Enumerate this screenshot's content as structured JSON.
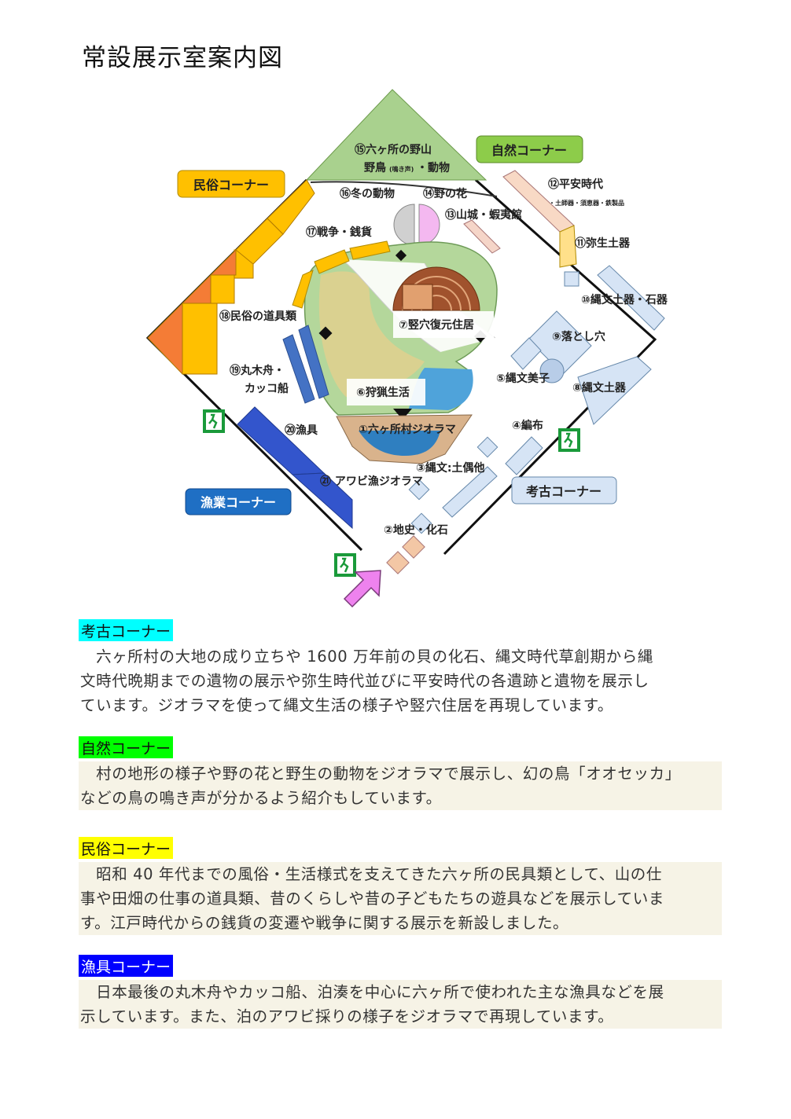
{
  "page_title": "常設展示室案内図",
  "map": {
    "corners": {
      "shizen": "自然コーナー",
      "minzoku": "民俗コーナー",
      "gyogu": "漁業コーナー",
      "kouko": "考古コーナー"
    },
    "exhibits": {
      "e15_line1": "⑮六ヶ所の野山",
      "e15_line2a": "野鳥",
      "e15_line2b": "(鳴き声)",
      "e15_line2c": "・動物",
      "e16": "⑯冬の動物",
      "e14": "⑭野の花",
      "e13": "⑬山城・蝦夷館",
      "e12": "⑫平安時代",
      "e12_sub": "・土師器・須恵器・鉄製品",
      "e11": "⑪弥生土器",
      "e10": "⑩縄文土器・石器",
      "e9": "⑨落とし穴",
      "e8": "⑧縄文土器",
      "e7": "⑦竪穴復元住居",
      "e6": "⑥狩猟生活",
      "e5": "⑤縄文美子",
      "e4": "④編布",
      "e3": "③縄文:土偶他",
      "e2": "②地史・化石",
      "e1": "①六ヶ所村ジオラマ",
      "e17": "⑰戦争・銭貨",
      "e18": "⑱民俗の道具類",
      "e19_line1": "⑲丸木舟・",
      "e19_line2": "カッコ船",
      "e20": "⑳漁具",
      "e21": "㉑ アワビ漁ジオラマ"
    },
    "colors": {
      "shizen": "#8dcc4a",
      "minzoku": "#ffc000",
      "gyogu": "#1f6fc4",
      "kouko": "#d6e4f5",
      "exit": "#1a9a3a",
      "entrance_arrow": "#ee82ee"
    }
  },
  "sections": [
    {
      "heading": "考古コーナー",
      "heading_color": "#00ffff",
      "lines": [
        "　六ヶ所村の大地の成り立ちや 1600 万年前の貝の化石、縄文時代草創期から縄",
        "文時代晩期までの遺物の展示や弥生時代並びに平安時代の各遺跡と遺物を展示し",
        "ています。ジオラマを使って縄文生活の様子や竪穴住居を再現しています。"
      ]
    },
    {
      "heading": "自然コーナー",
      "heading_color": "#00ff00",
      "lines": [
        "　村の地形の様子や野の花と野生の動物をジオラマで展示し、幻の鳥「オオセッカ」",
        "などの鳥の鳴き声が分かるよう紹介もしています。"
      ]
    },
    {
      "heading": "民俗コーナー",
      "heading_color": "#ffff00",
      "lines": [
        "　昭和 40 年代までの風俗・生活様式を支えてきた六ヶ所の民具類として、山の仕",
        "事や田畑の仕事の道具類、昔のくらしや昔の子どもたちの遊具などを展示していま",
        "す。江戸時代からの銭貨の変遷や戦争に関する展示を新設しました。"
      ]
    },
    {
      "heading": "漁具コーナー",
      "heading_color": "#0000ff",
      "heading_text_color": "#ffffff",
      "lines": [
        "　日本最後の丸木舟やカッコ船、泊湊を中心に六ヶ所で使われた主な漁具などを展",
        "示しています。また、泊のアワビ採りの様子をジオラマで再現しています。"
      ]
    }
  ]
}
